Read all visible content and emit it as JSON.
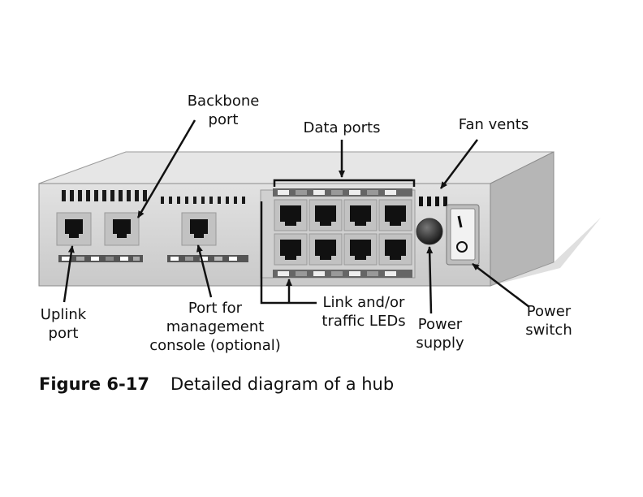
{
  "labels": {
    "backbone_port": [
      "Backbone",
      "port"
    ],
    "data_ports": "Data ports",
    "fan_vents": "Fan vents",
    "uplink_port": [
      "Uplink",
      "port"
    ],
    "management_port": [
      "Port for",
      "management",
      "console (optional)"
    ],
    "link_leds": [
      "Link and/or",
      "traffic LEDs"
    ],
    "power_supply": [
      "Power",
      "supply"
    ],
    "power_switch": [
      "Power",
      "switch"
    ]
  },
  "caption": {
    "number": "Figure 6-17",
    "text": "Detailed diagram of a hub"
  },
  "colors": {
    "front_panel": "#d6d6d6",
    "top_face": "#e4e4e4",
    "side_face": "#b8b8b8",
    "port_body": "#c4c4c4",
    "port_socket": "#111111"
  }
}
